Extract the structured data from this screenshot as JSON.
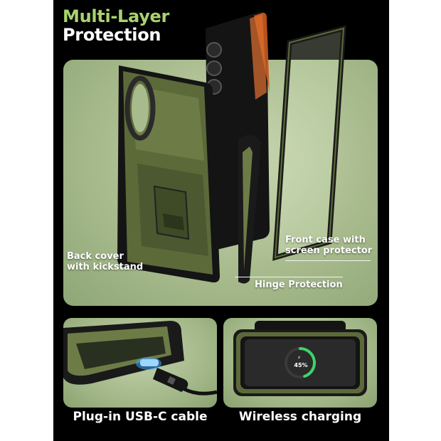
{
  "headline": {
    "line1": "Multi-Layer",
    "line2": "Protection",
    "accent_color": "#a9d36f"
  },
  "callouts": {
    "back_cover": "Back cover\nwith kickstand",
    "front_case": "Front case with\nscreen protector",
    "hinge": "Hinge Protection"
  },
  "features": [
    {
      "label": "Plug-in USB-C cable",
      "icon": "usb-c-cable-icon"
    },
    {
      "label": "Wireless charging",
      "icon": "wireless-charging-icon"
    }
  ],
  "charger": {
    "percent": "45%",
    "level": 0.45
  },
  "colors": {
    "background": "#000000",
    "panel_green": "#a8bb8d",
    "case_olive": "#5c6a3a",
    "accent_green": "#3dd46a"
  }
}
